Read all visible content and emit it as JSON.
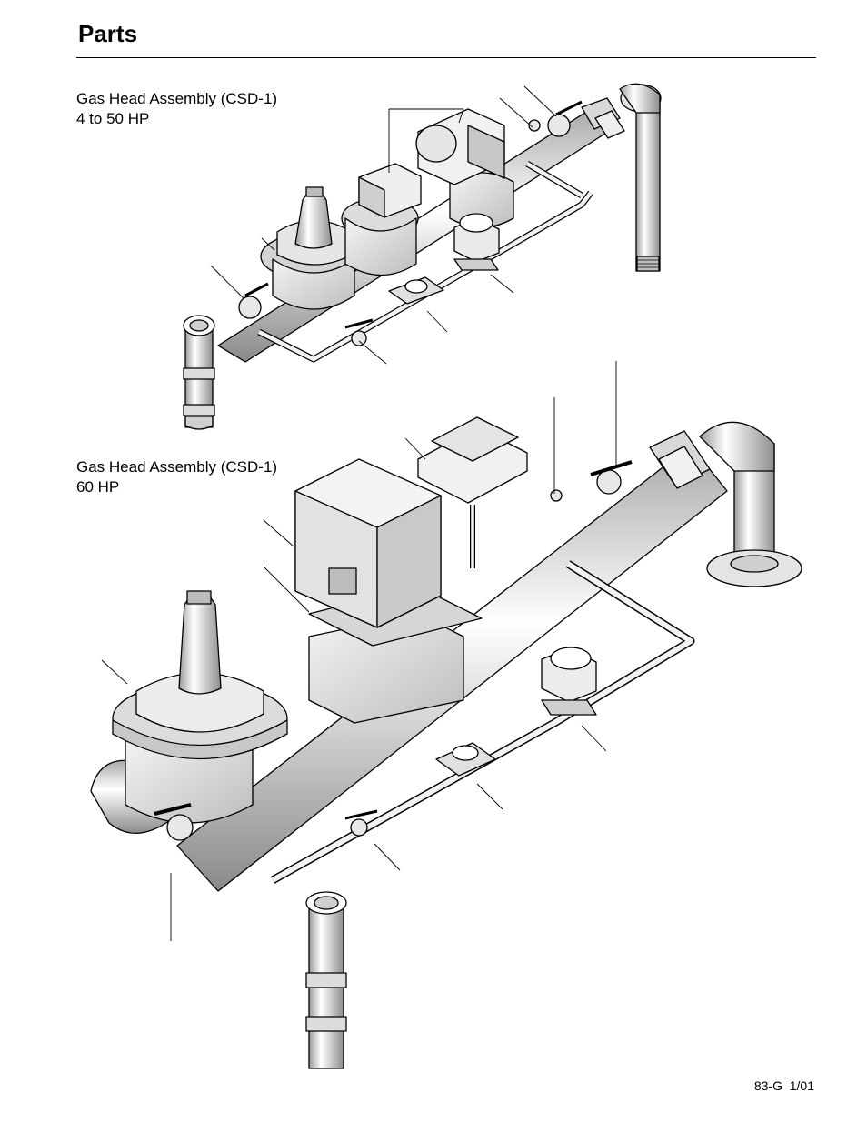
{
  "page": {
    "title": "Parts",
    "footer": "83-G  1/01"
  },
  "assemblies": [
    {
      "caption_line1": "Gas Head Assembly (CSD-1)",
      "caption_line2": "4 to 50 HP"
    },
    {
      "caption_line1": "Gas Head Assembly (CSD-1)",
      "caption_line2": "60  HP"
    }
  ],
  "colors": {
    "ink": "#000000",
    "metal_light": "#f2f2f2",
    "metal_mid": "#d6d6d6",
    "metal_dark": "#9a9a9a"
  }
}
